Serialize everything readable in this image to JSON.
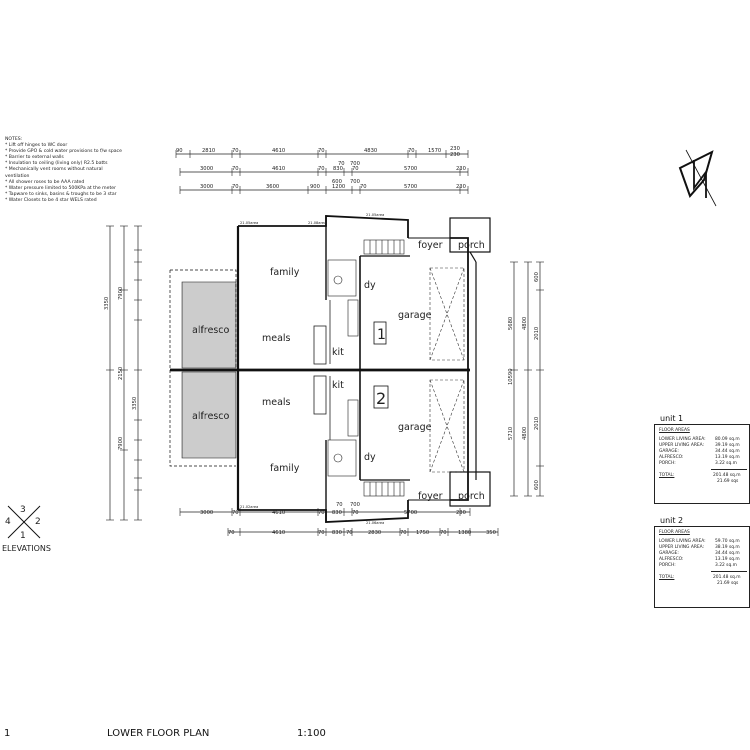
{
  "notes": {
    "heading": "NOTES:",
    "lines": [
      "* Lift off hinges to WC door",
      "* Provide GPO & cold water provisions to f/w space",
      "* Barrier to external walls",
      "* Insulation to ceiling (living only) R2.5 batts",
      "* Mechanically vent rooms without natural",
      "  ventilation",
      "* All shower roses to be AAA rated",
      "* Water pressure limited to 500KPa at the meter",
      "* Tapware to sinks, basins & troughs to be 3 star",
      "* Water Closets to be 4 star WELS rated"
    ]
  },
  "rooms": {
    "alfresco_1": "alfresco",
    "alfresco_2": "alfresco",
    "family_1": "family",
    "family_2": "family",
    "meals_1": "meals",
    "meals_2": "meals",
    "kit_1": "kit",
    "kit_2": "kit",
    "garage_1": "garage",
    "garage_2": "garage",
    "foyer_1": "foyer",
    "foyer_2": "foyer",
    "porch_1": "porch",
    "porch_2": "porch",
    "ldy_1": "dy",
    "ldy_2": "dy",
    "unit_1": "1",
    "unit_2": "2"
  },
  "dimensions": {
    "top_row1": [
      "90",
      "2810",
      "70",
      "4610",
      "70",
      "4830",
      "70",
      "1570",
      "230"
    ],
    "top_row1_extra": "230",
    "top_row2_small": [
      "70",
      "700"
    ],
    "top_row2": [
      "3000",
      "70",
      "4610",
      "70",
      "830",
      "70",
      "5700",
      "230"
    ],
    "top_row3": [
      "3000",
      "70",
      "3600",
      "900",
      "1200",
      "70",
      "5700",
      "230"
    ],
    "top_row3_small": [
      "600",
      "700"
    ],
    "bottom_row1": [
      "3000",
      "70",
      "4610",
      "70",
      "830",
      "70",
      "5700",
      "230"
    ],
    "bottom_row1_small": [
      "70",
      "700"
    ],
    "bottom_row2": [
      "70",
      "4610",
      "70",
      "830",
      "70",
      "2830",
      "70",
      "1750",
      "70",
      "1380",
      "350"
    ],
    "left_a": [
      "3350",
      "7900"
    ],
    "left_b": [
      "2150"
    ],
    "left_c": [
      "3350",
      "7900"
    ],
    "right_a": [
      "600",
      "2010",
      "4800",
      "5680"
    ],
    "right_mid": "10590",
    "right_b": [
      "5710",
      "4800",
      "2010",
      "600"
    ],
    "small_labels": [
      "21.05area",
      "21.08area",
      "21.05area",
      "21.02area",
      "21.06area"
    ]
  },
  "elevations": {
    "n1": "1",
    "n2": "2",
    "n3": "3",
    "n4": "4",
    "label": "ELEVATIONS"
  },
  "title_block": {
    "number": "1",
    "title": "LOWER FLOOR PLAN",
    "scale": "1:100"
  },
  "unit_boxes": [
    {
      "name": "unit 1",
      "subheading": "FLOOR AREAS",
      "rows": [
        {
          "label": "LOWER LIVING AREA:",
          "value": "80.09 sq.m"
        },
        {
          "label": "UPPER LIVING AREA:",
          "value": "39.19 sq.m"
        },
        {
          "label": "GARAGE:",
          "value": "34.44 sq.m"
        },
        {
          "label": "ALFRESCO:",
          "value": "13.19 sq.m"
        },
        {
          "label": "PORCH:",
          "value": "3.22 sq.m"
        }
      ],
      "total_label": "TOTAL:",
      "total_value": "201.48 sq.m",
      "squares": "21.69 sqs"
    },
    {
      "name": "unit 2",
      "subheading": "FLOOR AREAS",
      "rows": [
        {
          "label": "LOWER LIVING AREA:",
          "value": "59.70 sq.m"
        },
        {
          "label": "UPPER LIVING AREA:",
          "value": "38.19 sq.m"
        },
        {
          "label": "GARAGE:",
          "value": "34.44 sq.m"
        },
        {
          "label": "ALFRESCO:",
          "value": "13.19 sq.m"
        },
        {
          "label": "PORCH:",
          "value": "3.22 sq.m"
        }
      ],
      "total_label": "TOTAL:",
      "total_value": "201.48 sq.m",
      "squares": "21.69 sqs"
    }
  ]
}
